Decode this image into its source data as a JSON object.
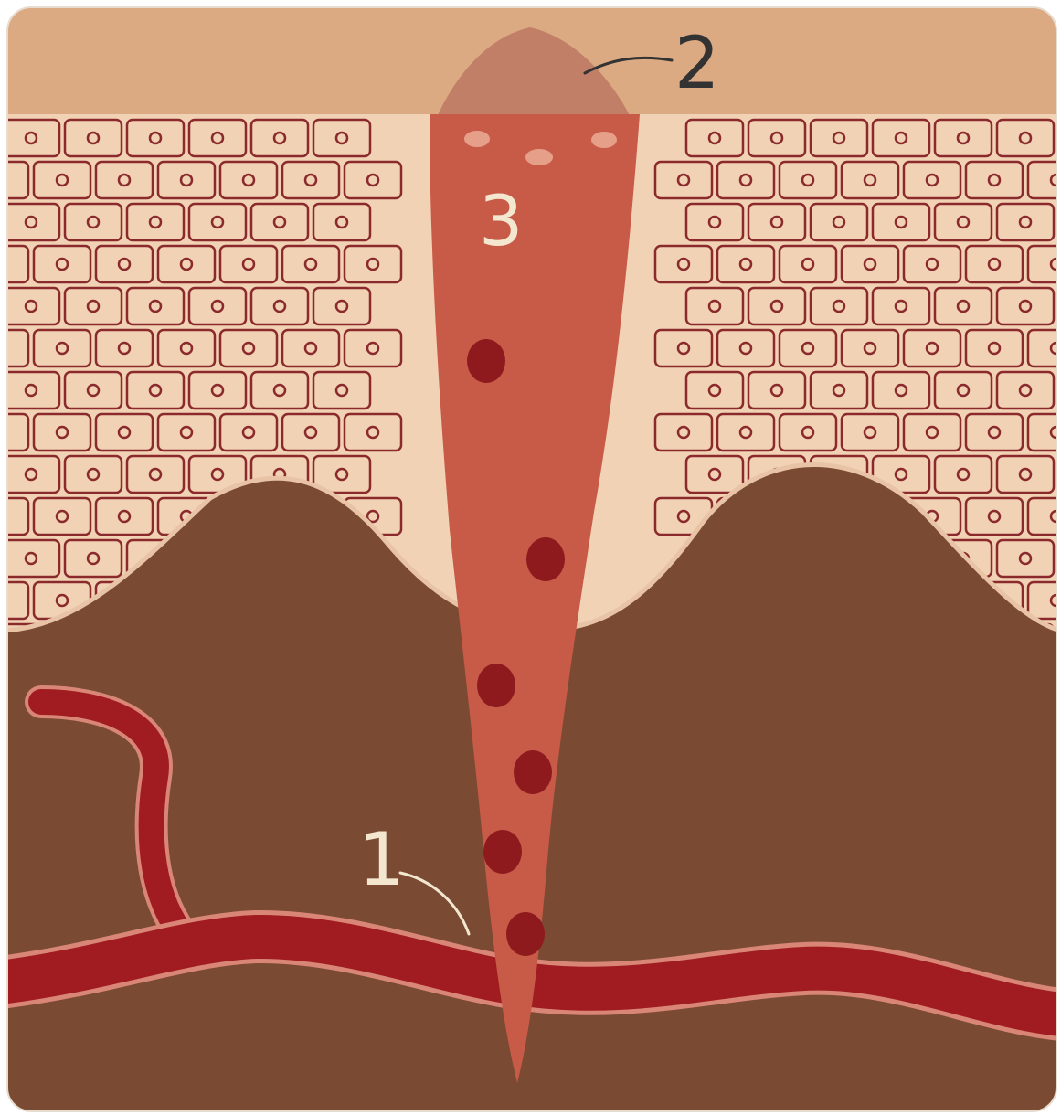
{
  "diagram": {
    "labels": [
      {
        "id": "blood-vessel",
        "text": "1"
      },
      {
        "id": "spine-tip",
        "text": "2"
      },
      {
        "id": "spine-shaft",
        "text": "3"
      }
    ],
    "colors": {
      "outer_layer": "#dcaa82",
      "cells_fill": "#f2d2b4",
      "cell_outline": "#8a2a2c",
      "dermis": "#7a4a33",
      "spine": "#c85a48",
      "spine_tip": "#c07f66",
      "vessel": "#a01c20",
      "vessel_edge": "#d98677",
      "dots": "#8e1a1e",
      "label_light": "#f3e7d0",
      "label_dark": "#333333"
    }
  }
}
